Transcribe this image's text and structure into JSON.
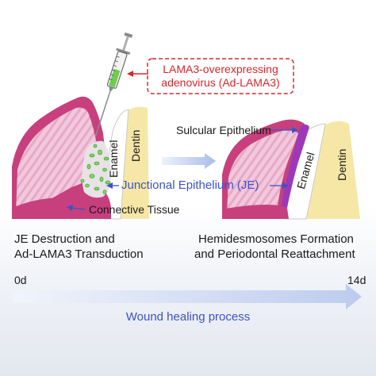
{
  "virus_box": {
    "line1": "LAMA3-overexpressing",
    "line2": "adenovirus (Ad-LAMA3)"
  },
  "labels": {
    "enamel_left": "Enamel",
    "dentin_left": "Dentin",
    "sulcular": "Sulcular Epithelium",
    "enamel_right": "Enamel",
    "dentin_right": "Dentin",
    "junctional": "Junctional Epithelium (JE)",
    "connective": "Connective Tissue"
  },
  "captions": {
    "left_line1": "JE Destruction and",
    "left_line2": "Ad-LAMA3 Transduction",
    "right_line1": "Hemidesmosomes Formation",
    "right_line2": "and Periodontal Reattachment"
  },
  "timeline": {
    "start": "0d",
    "end": "14d",
    "process": "Wound healing process"
  },
  "colors": {
    "gingiva": "#c7407d",
    "gingiva_light": "#f1c8dc",
    "dentin": "#f6e7a6",
    "enamel": "#ffffff",
    "red": "#d8262b",
    "blue": "#3b53c7",
    "green": "#7ed957",
    "arrow": "#c9d6f2"
  }
}
